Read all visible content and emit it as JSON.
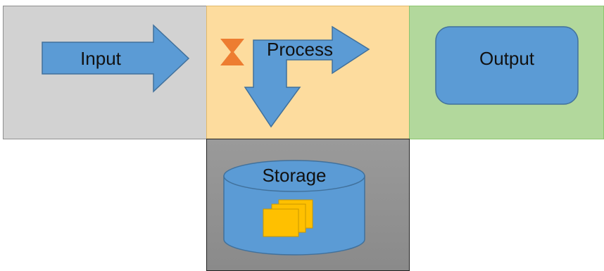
{
  "stages": {
    "input": {
      "label": "Input"
    },
    "process": {
      "label": "Process"
    },
    "output": {
      "label": "Output"
    },
    "storage": {
      "label": "Storage"
    }
  },
  "colors": {
    "input_panel": "#d2d2d2",
    "process_panel": "#fddc9e",
    "output_panel": "#b2d89c",
    "storage_panel_top": "#9a9a9a",
    "storage_panel_bottom": "#8a8a8a",
    "shape_fill": "#5b9bd5",
    "shape_stroke": "#41719c",
    "hourglass": "#ed7d31",
    "documents": "#ffc000"
  },
  "icons": {
    "hourglass": "hourglass-icon",
    "documents": "documents-icon"
  }
}
